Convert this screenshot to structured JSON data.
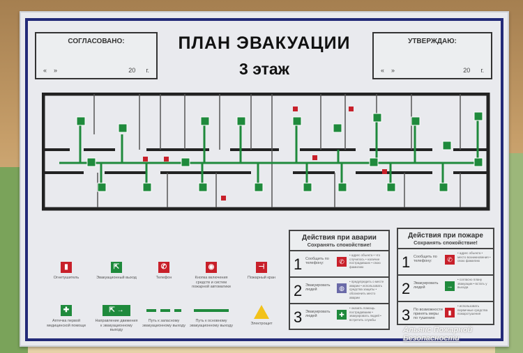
{
  "header": {
    "title": "ПЛАН ЭВАКУАЦИИ",
    "floor": "3 этаж",
    "left_box": {
      "label": "СОГЛАСОВАНО:",
      "q1": "«",
      "q2": "»",
      "year": "20",
      "g": "г."
    },
    "right_box": {
      "label": "УТВЕРЖДАЮ:",
      "q1": "«",
      "q2": "»",
      "year": "20",
      "g": "г."
    }
  },
  "legend": [
    {
      "icon": "fire-extinguisher-icon",
      "label": "Огнетушитель",
      "color": "#c8202a"
    },
    {
      "icon": "emergency-exit-icon",
      "label": "Эвакуационный выход",
      "color": "#1f8a3c"
    },
    {
      "icon": "phone-icon",
      "label": "Телефон",
      "color": "#c8202a"
    },
    {
      "icon": "fire-alarm-button-icon",
      "label": "Кнопка включения средств и систем пожарной автоматики",
      "color": "#c8202a"
    },
    {
      "icon": "fire-hydrant-icon",
      "label": "Пожарный кран",
      "color": "#c8202a"
    },
    {
      "icon": "first-aid-icon",
      "label": "Аптечка первой медицинской помощи",
      "color": "#1f8a3c"
    },
    {
      "icon": "exit-direction-icon",
      "label": "Направление движения к эвакуационному выходу",
      "color": "#1f8a3c"
    },
    {
      "icon": "dashed-path-icon",
      "label": "Путь к запасному эвакуационному выходу",
      "color": "#1f8a3c"
    },
    {
      "icon": "solid-path-icon",
      "label": "Путь к основному эвакуационному выходу",
      "color": "#1f8a3c"
    },
    {
      "icon": "electrical-hazard-icon",
      "label": "Электрощит",
      "color": "#f2c21b"
    }
  ],
  "accident_panel": {
    "title": "Действия при аварии",
    "subtitle": "Сохранять спокойствие!",
    "steps": [
      {
        "n": "1",
        "text": "Сообщить по телефону:",
        "details": "• адрес объекта • что случилось • наличие пострадавших • свою фамилию"
      },
      {
        "n": "2",
        "text": "Эвакуировать людей",
        "details": "• предупредить о месте аварии • использовать средства защиты • обозначить место аварии"
      },
      {
        "n": "3",
        "text": "Эвакуировать людей",
        "details": "• оказать помощь пострадавшим • эвакуировать людей • встретить службы"
      }
    ]
  },
  "fire_panel": {
    "title": "Действия при пожаре",
    "subtitle": "Сохранять спокойствие!",
    "steps": [
      {
        "n": "1",
        "text": "Сообщить по телефону:",
        "details": "• адрес объекта • место возникновения • свою фамилию"
      },
      {
        "n": "2",
        "text": "Эвакуировать людей",
        "details": "• согласно плану эвакуации • встать у выхода"
      },
      {
        "n": "3",
        "text": "По возможности принять меры по тушению",
        "details": "• использовать первичные средства пожаротушения"
      }
    ]
  },
  "watermark": {
    "line1": "Альянс Пожарной",
    "line2": "Безопасности"
  },
  "colors": {
    "frame": "#232a78",
    "path": "#1f8a3c",
    "danger": "#c8202a"
  }
}
